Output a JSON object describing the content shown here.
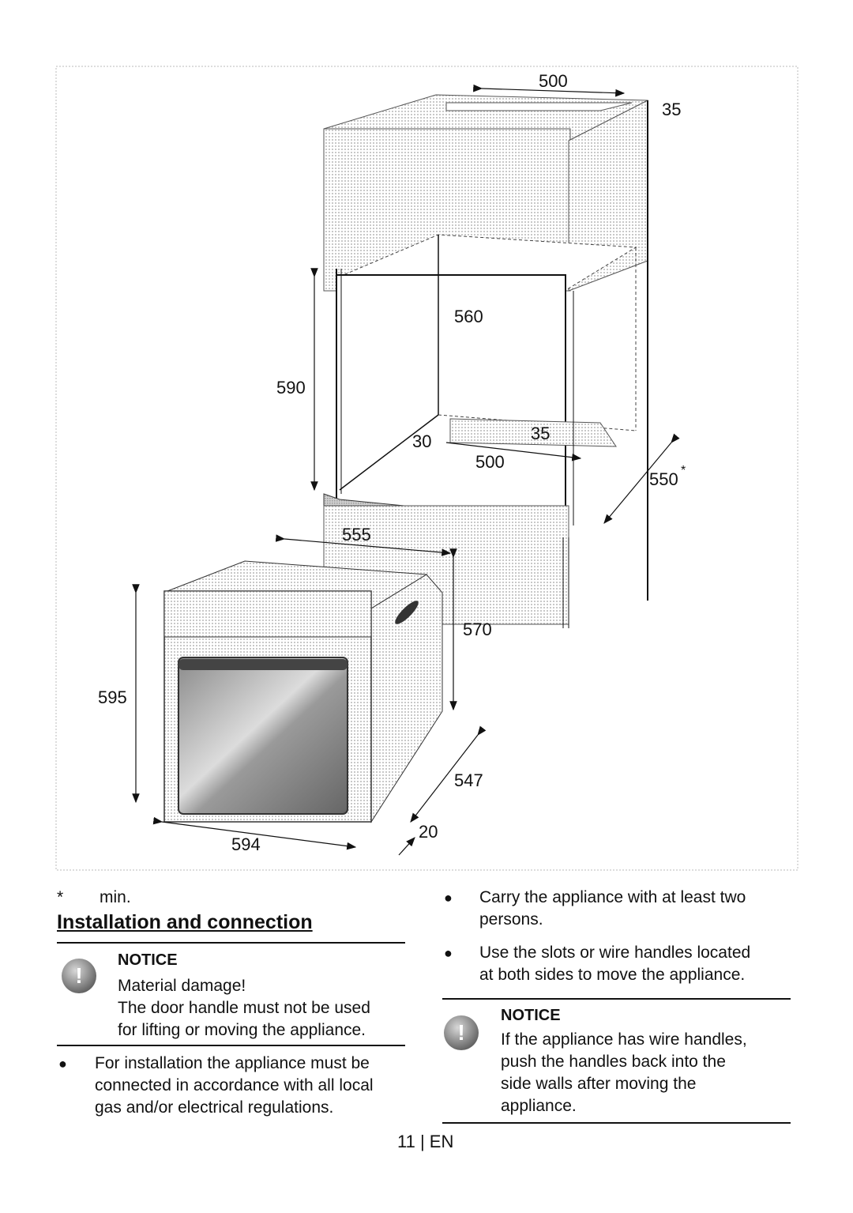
{
  "diagram": {
    "dimensions": {
      "d500_top": "500",
      "d35_top": "35",
      "d560": "560",
      "d590": "590",
      "d30": "30",
      "d35_mid": "35",
      "d500_mid": "500",
      "d550": "550",
      "d550_star": "*",
      "d555": "555",
      "d570": "570",
      "d595": "595",
      "d547": "547",
      "d594": "594",
      "d20": "20"
    }
  },
  "footnote": {
    "symbol": "*",
    "text": "min."
  },
  "left_column": {
    "heading": "Installation and connection",
    "notice": {
      "title": "NOTICE",
      "line1": "Material damage!",
      "line2": "The door handle must not be used",
      "line3": "for lifting or moving the appliance."
    },
    "bullet1": {
      "line1": "For installation the appliance must be",
      "line2": "connected in accordance with all local",
      "line3": "gas and/or electrical regulations."
    }
  },
  "right_column": {
    "bullet1": {
      "line1": "Carry the appliance with at least two",
      "line2": "persons."
    },
    "bullet2": {
      "line1": "Use the slots or wire handles located",
      "line2": "at both sides to move the appliance."
    },
    "notice": {
      "title": "NOTICE",
      "line1": "If the appliance has wire handles,",
      "line2": "push the handles back into the",
      "line3": "side walls after moving the",
      "line4": "appliance."
    }
  },
  "icons": {
    "notice_icon": "exclamation-icon",
    "bullet_icon": "bullet-dot-icon"
  },
  "page_number": "11 | EN"
}
